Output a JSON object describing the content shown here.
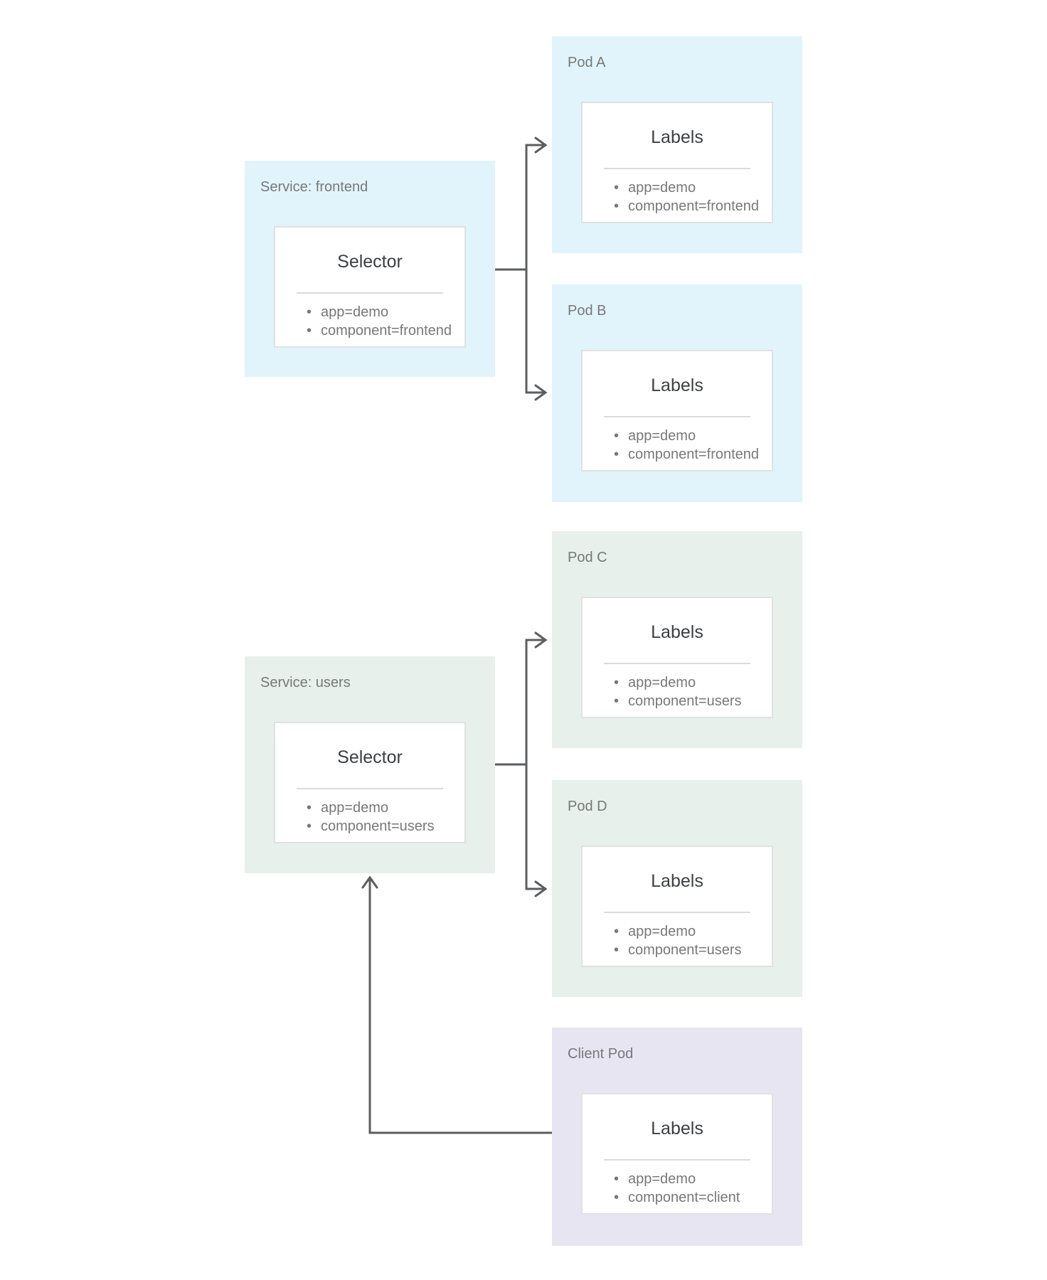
{
  "diagram": {
    "colors": {
      "frontend-bg": "#E1F4FC",
      "users-bg": "#E8F0EB",
      "client-bg": "#E8E5F3",
      "card-bg": "#FFFFFF",
      "card-border": "#E0E1E2",
      "divider": "#D9DBDC",
      "connector": "#5B5D5F",
      "label-text": "#77787A",
      "title-text": "#3C4043"
    },
    "nodes": [
      {
        "id": "service-frontend",
        "label": "Service: frontend",
        "card_title": "Selector",
        "items": [
          "app=demo",
          "component=frontend"
        ],
        "group": "frontend"
      },
      {
        "id": "pod-a",
        "label": "Pod A",
        "card_title": "Labels",
        "items": [
          "app=demo",
          "component=frontend"
        ],
        "group": "frontend"
      },
      {
        "id": "pod-b",
        "label": "Pod B",
        "card_title": "Labels",
        "items": [
          "app=demo",
          "component=frontend"
        ],
        "group": "frontend"
      },
      {
        "id": "service-users",
        "label": "Service: users",
        "card_title": "Selector",
        "items": [
          "app=demo",
          "component=users"
        ],
        "group": "users"
      },
      {
        "id": "pod-c",
        "label": "Pod C",
        "card_title": "Labels",
        "items": [
          "app=demo",
          "component=users"
        ],
        "group": "users"
      },
      {
        "id": "pod-d",
        "label": "Pod D",
        "card_title": "Labels",
        "items": [
          "app=demo",
          "component=users"
        ],
        "group": "users"
      },
      {
        "id": "client-pod",
        "label": "Client Pod",
        "card_title": "Labels",
        "items": [
          "app=demo",
          "component=client"
        ],
        "group": "client"
      }
    ],
    "connections": [
      {
        "from": "service-frontend",
        "to": "pod-a"
      },
      {
        "from": "service-frontend",
        "to": "pod-b"
      },
      {
        "from": "service-users",
        "to": "pod-c"
      },
      {
        "from": "service-users",
        "to": "pod-d"
      },
      {
        "from": "client-pod",
        "to": "service-users"
      }
    ]
  }
}
